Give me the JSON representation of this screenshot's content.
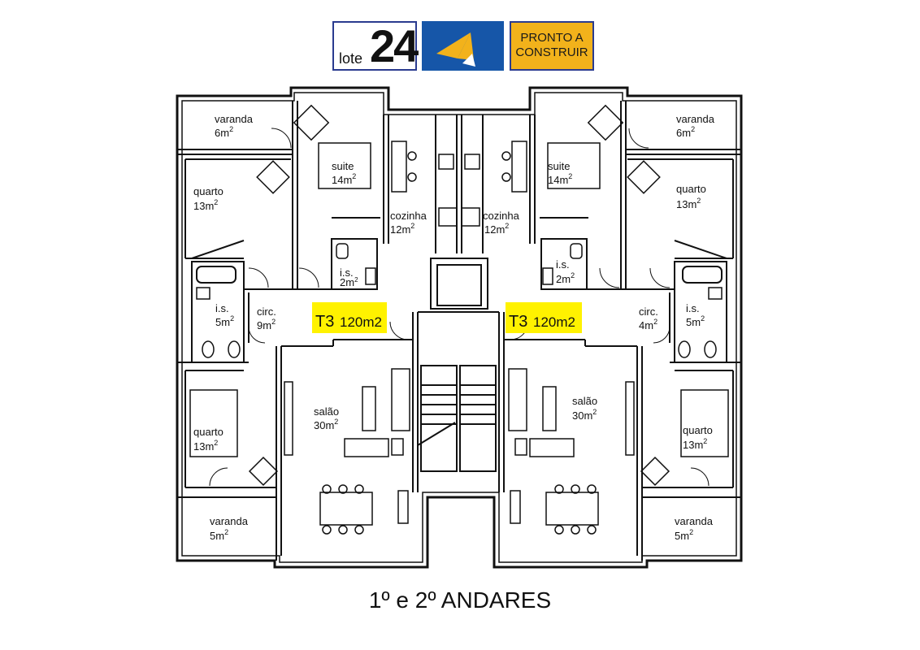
{
  "header": {
    "lote_word": "lote",
    "lote_number": "24",
    "status_line1": "PRONTO A",
    "status_line2": "CONSTRUIR"
  },
  "colors": {
    "brand_blue": "#1656a8",
    "brand_yellow": "#f2b21b",
    "highlight_yellow": "#fff200",
    "wall": "#111111"
  },
  "left": {
    "varanda_top": {
      "name": "varanda",
      "area": "6m",
      "sup": "2"
    },
    "suite": {
      "name": "suite",
      "area": "14m",
      "sup": "2"
    },
    "cozinha": {
      "name": "cozinha",
      "area": "12m",
      "sup": "2"
    },
    "quarto_top": {
      "name": "quarto",
      "area": "13m",
      "sup": "2"
    },
    "is_small": {
      "name": "i.s.",
      "area": "2m",
      "sup": "2"
    },
    "is_large": {
      "name": "i.s.",
      "area": "5m",
      "sup": "2"
    },
    "circ": {
      "name": "circ.",
      "area": "9m",
      "sup": "2"
    },
    "salao": {
      "name": "salão",
      "area": "30m",
      "sup": "2"
    },
    "quarto_bottom": {
      "name": "quarto",
      "area": "13m",
      "sup": "2"
    },
    "varanda_bottom": {
      "name": "varanda",
      "area": "5m",
      "sup": "2"
    },
    "type": "T3",
    "size": "120m2"
  },
  "right": {
    "varanda_top": {
      "name": "varanda",
      "area": "6m",
      "sup": "2"
    },
    "suite": {
      "name": "suite",
      "area": "14m",
      "sup": "2"
    },
    "cozinha": {
      "name": "cozinha",
      "area": "12m",
      "sup": "2"
    },
    "quarto_top": {
      "name": "quarto",
      "area": "13m",
      "sup": "2"
    },
    "is_small": {
      "name": "i.s.",
      "area": "2m",
      "sup": "2"
    },
    "is_large": {
      "name": "i.s.",
      "area": "5m",
      "sup": "2"
    },
    "circ": {
      "name": "circ.",
      "area": "4m",
      "sup": "2"
    },
    "salao": {
      "name": "salão",
      "area": "30m",
      "sup": "2"
    },
    "quarto_bottom": {
      "name": "quarto",
      "area": "13m",
      "sup": "2"
    },
    "varanda_bottom": {
      "name": "varanda",
      "area": "5m",
      "sup": "2"
    },
    "type": "T3",
    "size": "120m2"
  },
  "footer": {
    "floors": "1º e 2º ANDARES"
  }
}
